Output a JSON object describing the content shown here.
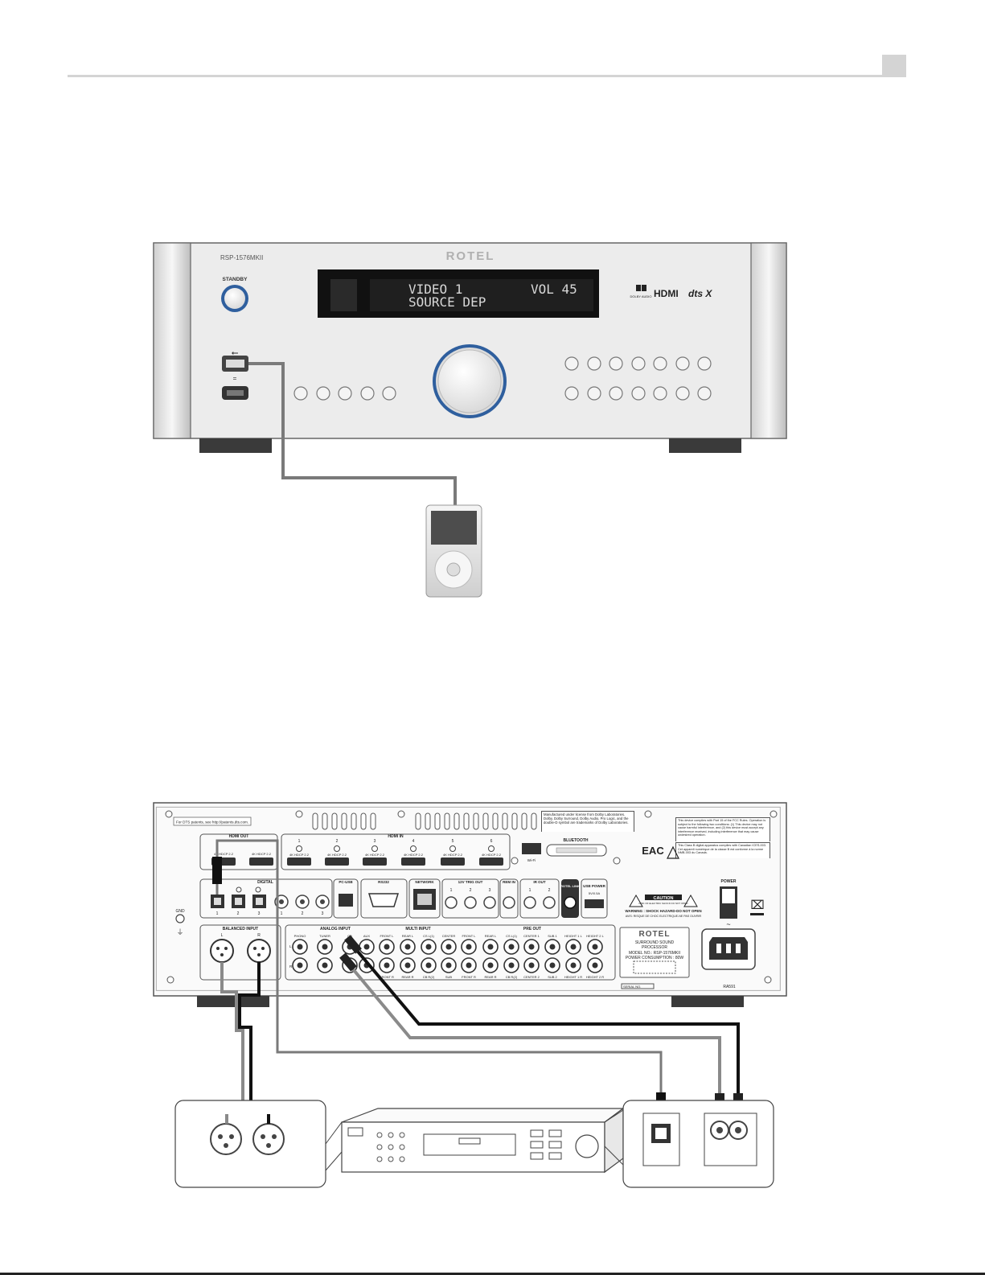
{
  "front_panel": {
    "model": "RSP-1576MKII",
    "brand": "ROTEL",
    "standby_label": "STANDBY",
    "display_line1_left": "VIDEO 1",
    "display_line1_right": "VOL  45",
    "display_line2": "SOURCE DEP",
    "logos": [
      "DOLBY AUDIO",
      "HDMI",
      "dts X"
    ],
    "front_buttons_row": 5,
    "right_buttons_rows": [
      7,
      7
    ]
  },
  "rear_panel": {
    "dts_patents": "For DTS patents, see http://patents.dts.com.",
    "hdmi_out": "HDMI OUT",
    "hdmi_in": "HDMI IN",
    "hdmi_port_labels": [
      "4K HDCP 2.2",
      "4K HDCP 2.2",
      "4K HDCP 2.2",
      "4K HDCP 2.2",
      "4K HDCP 2.2",
      "4K HDCP 2.2",
      "4K HDCP 2.2",
      "4K HDCP 2.2"
    ],
    "hdmi_in_numbers": [
      "1",
      "2",
      "3",
      "4",
      "5",
      "6"
    ],
    "dolby_notice": "Manufactured under license from Dolby Laboratories. Dolby, Dolby Surround, Dolby Audio, Pro Logic, and the double-D symbol are trademarks of Dolby Laboratories.",
    "fcc_notice": "This device complies with Part 15 of the FCC Rules. Operation is subject to the following two conditions: (1) This device may not cause harmful interference, and (2) this device must accept any interference received, including interference that may cause undesired operation.",
    "canada_notice": "This Class B digital apparatus complies with Canadian ICES-003. Cet appareil numérique de la classe B est conforme à la norme NMB-003 du Canada.",
    "bluetooth": "BLUETOOTH",
    "wifi": "Wi-Fi",
    "digital": "DIGITAL",
    "optical_numbers": [
      "1",
      "2",
      "3"
    ],
    "coax_numbers": [
      "1",
      "2",
      "3"
    ],
    "pc_usb": "PC-USB",
    "rs232": "RS232",
    "network": "NETWORK",
    "trig_out": "12V TRIG OUT",
    "trig_numbers": [
      "1",
      "2",
      "3"
    ],
    "rem_in": "REM IN",
    "ir_out": "IR OUT",
    "ir_numbers": [
      "1",
      "2"
    ],
    "rotel_link": "ROTEL LINK",
    "usb_power": "USB POWER",
    "usb_power_rating": "5V/0.5A",
    "caution": "CAUTION",
    "caution_sub": "RISK OF ELECTRIC SHOCK DO NOT OPEN",
    "warning": "WARNING : SHOCK HAZARD-DO NOT OPEN",
    "warning_fr": "AVIS: RISQUE DE CHOC ELECTRIQUE-NE PAS OUVRIR",
    "power": "POWER",
    "gnd": "GND",
    "balanced_input": "BALANCED INPUT",
    "analog_input": "ANALOG INPUT",
    "multi_input": "MULTI INPUT",
    "pre_out": "PRE OUT",
    "analog_top": [
      "PHONO",
      "TUNER",
      "CD",
      "AUX"
    ],
    "multi_top": [
      "FRONT L",
      "REAR L",
      "CS L(1)",
      "CENTER"
    ],
    "multi_bottom": [
      "FRONT R",
      "REAR R",
      "CB R(2)",
      "SUB"
    ],
    "pre_top": [
      "FRONT L",
      "REAR L",
      "CS L(1)",
      "CENTER 1",
      "SUB 1",
      "HEIGHT 1 L",
      "HEIGHT 2 L"
    ],
    "pre_bottom": [
      "FRONT R",
      "REAR R",
      "CB R(2)",
      "CENTER 2",
      "SUB 2",
      "HEIGHT 1 R",
      "HEIGHT 2 R"
    ],
    "lr_labels": [
      "L",
      "R"
    ],
    "plate_brand": "ROTEL",
    "plate_line1": "SURROUND SOUND",
    "plate_line2": "PROCESSOR",
    "plate_model": "MODEL NO.: RSP-1576MKII",
    "plate_power": "POWER CONSUMPTION : 80W",
    "serial": "SERIAL NO.",
    "code": "RA591",
    "eac": "EAC",
    "ac_symbol": "~"
  },
  "colors": {
    "panel_silver": "#ececec",
    "panel_edge": "#b8b8b8",
    "cable_gray": "#7a7a7a",
    "cable_black": "#111111",
    "knob_ring": "#2f5f9e",
    "display_bg": "#1a1a1a",
    "display_text": "#d8d8d8"
  }
}
